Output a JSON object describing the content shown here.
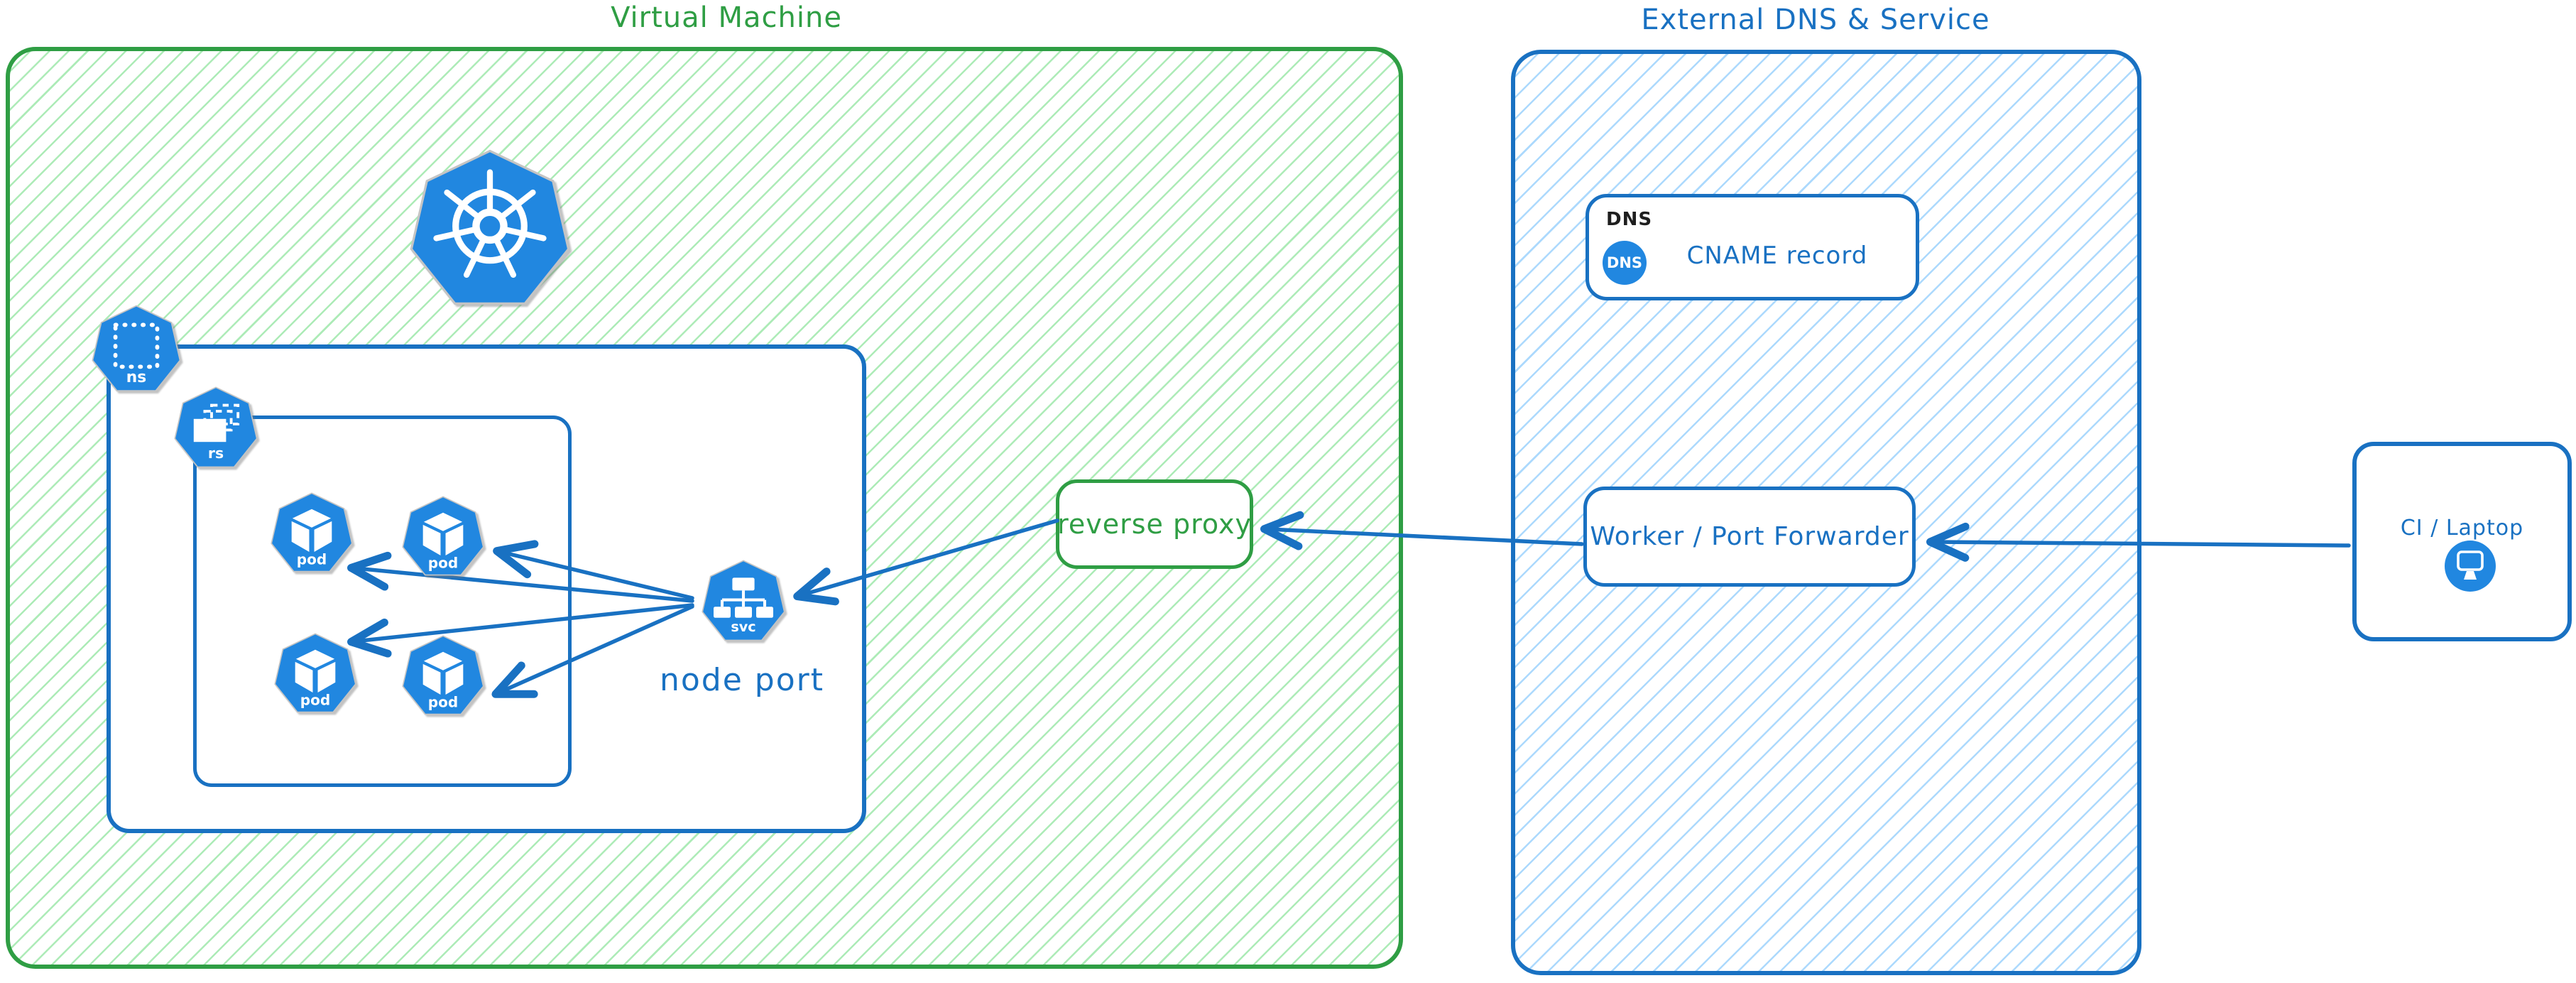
{
  "diagram": {
    "vm": {
      "title": "Virtual Machine",
      "reverse_proxy_label": "reverse proxy",
      "node_port_label": "node port"
    },
    "external": {
      "title": "External DNS & Service",
      "dns_tag": "DNS",
      "dns_icon_text": "DNS",
      "cname_label": "CNAME record",
      "worker_label": "Worker / Port Forwarder"
    },
    "client": {
      "label": "CI / Laptop"
    },
    "icons": {
      "ns": "ns",
      "rs": "rs",
      "svc": "svc",
      "pod": "pod"
    },
    "colors": {
      "green_border": "#2f9e44",
      "green_hatch": "#8ce99a",
      "blue_border": "#1971c2",
      "blue_hatch": "#a5d8ff",
      "icon_blue": "#2187e0",
      "text_black": "#1e1e1e"
    },
    "connections": [
      {
        "from": "node-port-service",
        "to": "pod-1"
      },
      {
        "from": "node-port-service",
        "to": "pod-2"
      },
      {
        "from": "node-port-service",
        "to": "pod-3"
      },
      {
        "from": "node-port-service",
        "to": "pod-4"
      },
      {
        "from": "reverse-proxy",
        "to": "node-port-service"
      },
      {
        "from": "worker-port-forwarder",
        "to": "reverse-proxy"
      },
      {
        "from": "ci-laptop",
        "to": "worker-port-forwarder"
      }
    ]
  }
}
